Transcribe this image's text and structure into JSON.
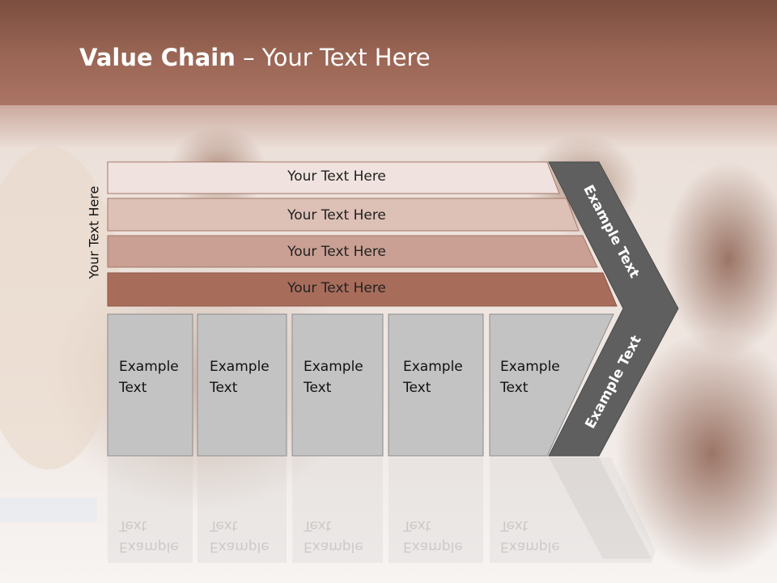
{
  "title": {
    "bold": "Value Chain",
    "rest": " – Your Text Here"
  },
  "side_label": "Your Text Here",
  "rows": [
    {
      "label": "Your Text Here",
      "color": "#f0e2de"
    },
    {
      "label": "Your Text Here",
      "color": "#ddc0b6"
    },
    {
      "label": "Your Text Here",
      "color": "#c9a093"
    },
    {
      "label": "Your Text Here",
      "color": "#a86c5b"
    }
  ],
  "cells": [
    {
      "line1": "Example",
      "line2": "Text"
    },
    {
      "line1": "Example",
      "line2": "Text"
    },
    {
      "line1": "Example",
      "line2": "Text"
    },
    {
      "line1": "Example",
      "line2": "Text"
    },
    {
      "line1": "Example",
      "line2": "Text"
    }
  ],
  "chevron": {
    "top_label": "Example Text",
    "bottom_label": "Example Text",
    "color": "#5f5f5f"
  },
  "colors": {
    "header": "#9b6655",
    "cell": "#c3c3c3"
  }
}
